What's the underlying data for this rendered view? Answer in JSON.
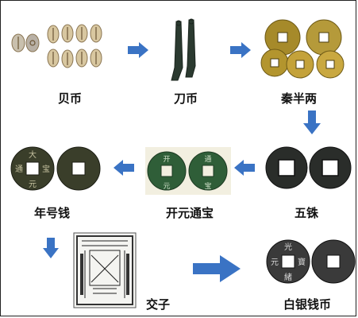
{
  "stages": [
    {
      "id": "shell",
      "label": "贝币"
    },
    {
      "id": "knife",
      "label": "刀币"
    },
    {
      "id": "qin",
      "label": "秦半两"
    },
    {
      "id": "wuzhu",
      "label": "五铢"
    },
    {
      "id": "kaiyuan",
      "label": "开元通宝",
      "coin_text": [
        "开",
        "元",
        "通",
        "宝"
      ]
    },
    {
      "id": "nianhao",
      "label": "年号钱",
      "coin_text": [
        "大",
        "元",
        "通",
        "宝"
      ]
    },
    {
      "id": "jiaozi",
      "label": "交子"
    },
    {
      "id": "silver",
      "label": "白银钱币",
      "coin_text": [
        "光",
        "緒",
        "元",
        "寶"
      ]
    }
  ],
  "colors": {
    "arrow": "#3a73c4",
    "shell": "#d8c7a0",
    "knife": "#2b3a30",
    "qin": "#b3952e",
    "wuzhu": "#2a2d2a",
    "kaiyuan": "#2f5e38",
    "nianhao": "#3a3e2a",
    "silver": "#3a3a3a"
  }
}
